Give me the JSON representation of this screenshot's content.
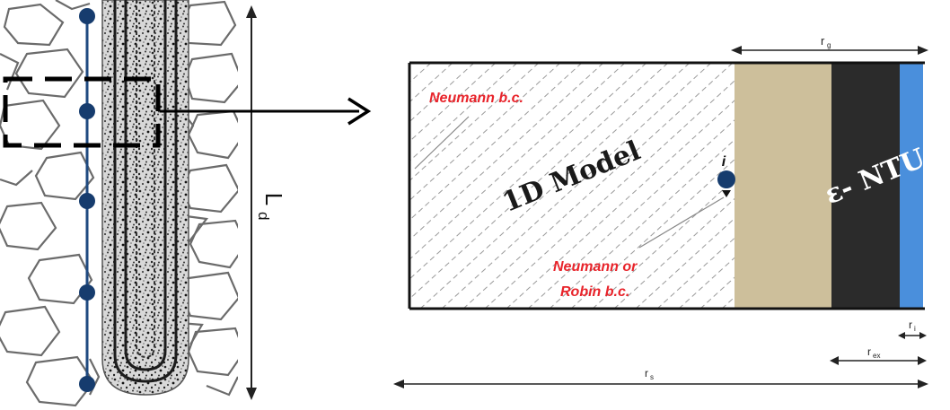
{
  "left_panel": {
    "length_label": "L",
    "length_subscript": "d"
  },
  "right_panel": {
    "model_label": "1D Model",
    "ntu_label": "ε- NTU",
    "node_label": "i",
    "bc_top": "Neumann b.c.",
    "bc_bottom_line1": "Neumann or",
    "bc_bottom_line2": "Robin b.c.",
    "dim_rg": "r",
    "dim_rg_sub": "g",
    "dim_ri": "r",
    "dim_ri_sub": "i",
    "dim_rex": "r",
    "dim_rex_sub": "ex",
    "dim_rs": "r",
    "dim_rs_sub": "s"
  },
  "colors": {
    "grout": "#cdbf9b",
    "pipe_wall": "#2b2b2b",
    "fluid": "#4a8fdc",
    "node": "#163c6e",
    "bc_text": "#e8242b"
  }
}
